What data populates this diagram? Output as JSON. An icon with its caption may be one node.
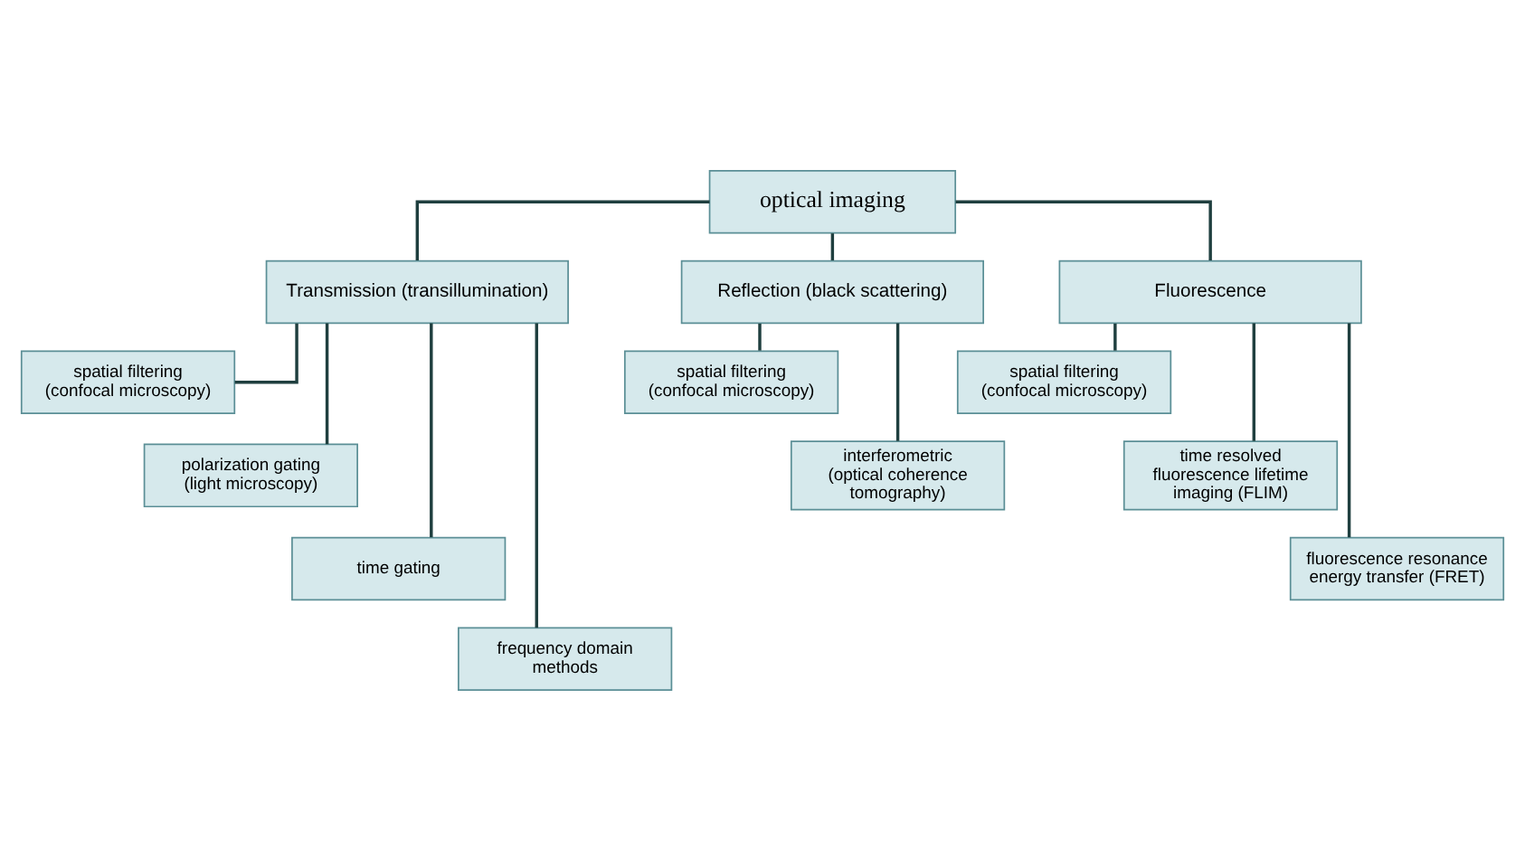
{
  "diagram": {
    "nodes": [
      {
        "text": [
          "optical imaging"
        ]
      },
      {
        "text": [
          "Transmission (transillumination)"
        ]
      },
      {
        "text": [
          "Reflection (black scattering)"
        ]
      },
      {
        "text": [
          "Fluorescence"
        ]
      },
      {
        "text": [
          "spatial filtering (confocal microscopy)"
        ]
      },
      {
        "text": [
          "polarization gating (light microscopy)"
        ]
      },
      {
        "text": [
          "time gating"
        ]
      },
      {
        "text": [
          "frequency domain methods"
        ]
      },
      {
        "text": [
          "spatial filtering (confocal microscopy)"
        ]
      },
      {
        "text": [
          "interferometric (optical coherence tomography)"
        ]
      },
      {
        "text": [
          "spatial filtering (confocal microscopy)"
        ]
      },
      {
        "text": [
          "time resolved fluorescence lifetime imaging (FLIM)"
        ]
      },
      {
        "text": [
          "fluorescence resonance energy transfer (FRET)"
        ]
      }
    ],
    "edges": [
      {
        "from": 0,
        "to": 1,
        "arrow": "none"
      },
      {
        "from": 0,
        "to": 2,
        "arrow": "none"
      },
      {
        "from": 0,
        "to": 3,
        "arrow": "none"
      },
      {
        "from": 1,
        "to": 4,
        "arrow": "none"
      },
      {
        "from": 1,
        "to": 5,
        "arrow": "none"
      },
      {
        "from": 1,
        "to": 6,
        "arrow": "none"
      },
      {
        "from": 1,
        "to": 7,
        "arrow": "none"
      },
      {
        "from": 2,
        "to": 8,
        "arrow": "none"
      },
      {
        "from": 2,
        "to": 9,
        "arrow": "none"
      },
      {
        "from": 3,
        "to": 10,
        "arrow": "none"
      },
      {
        "from": 3,
        "to": 11,
        "arrow": "none"
      },
      {
        "from": 3,
        "to": 12,
        "arrow": "none"
      }
    ]
  }
}
